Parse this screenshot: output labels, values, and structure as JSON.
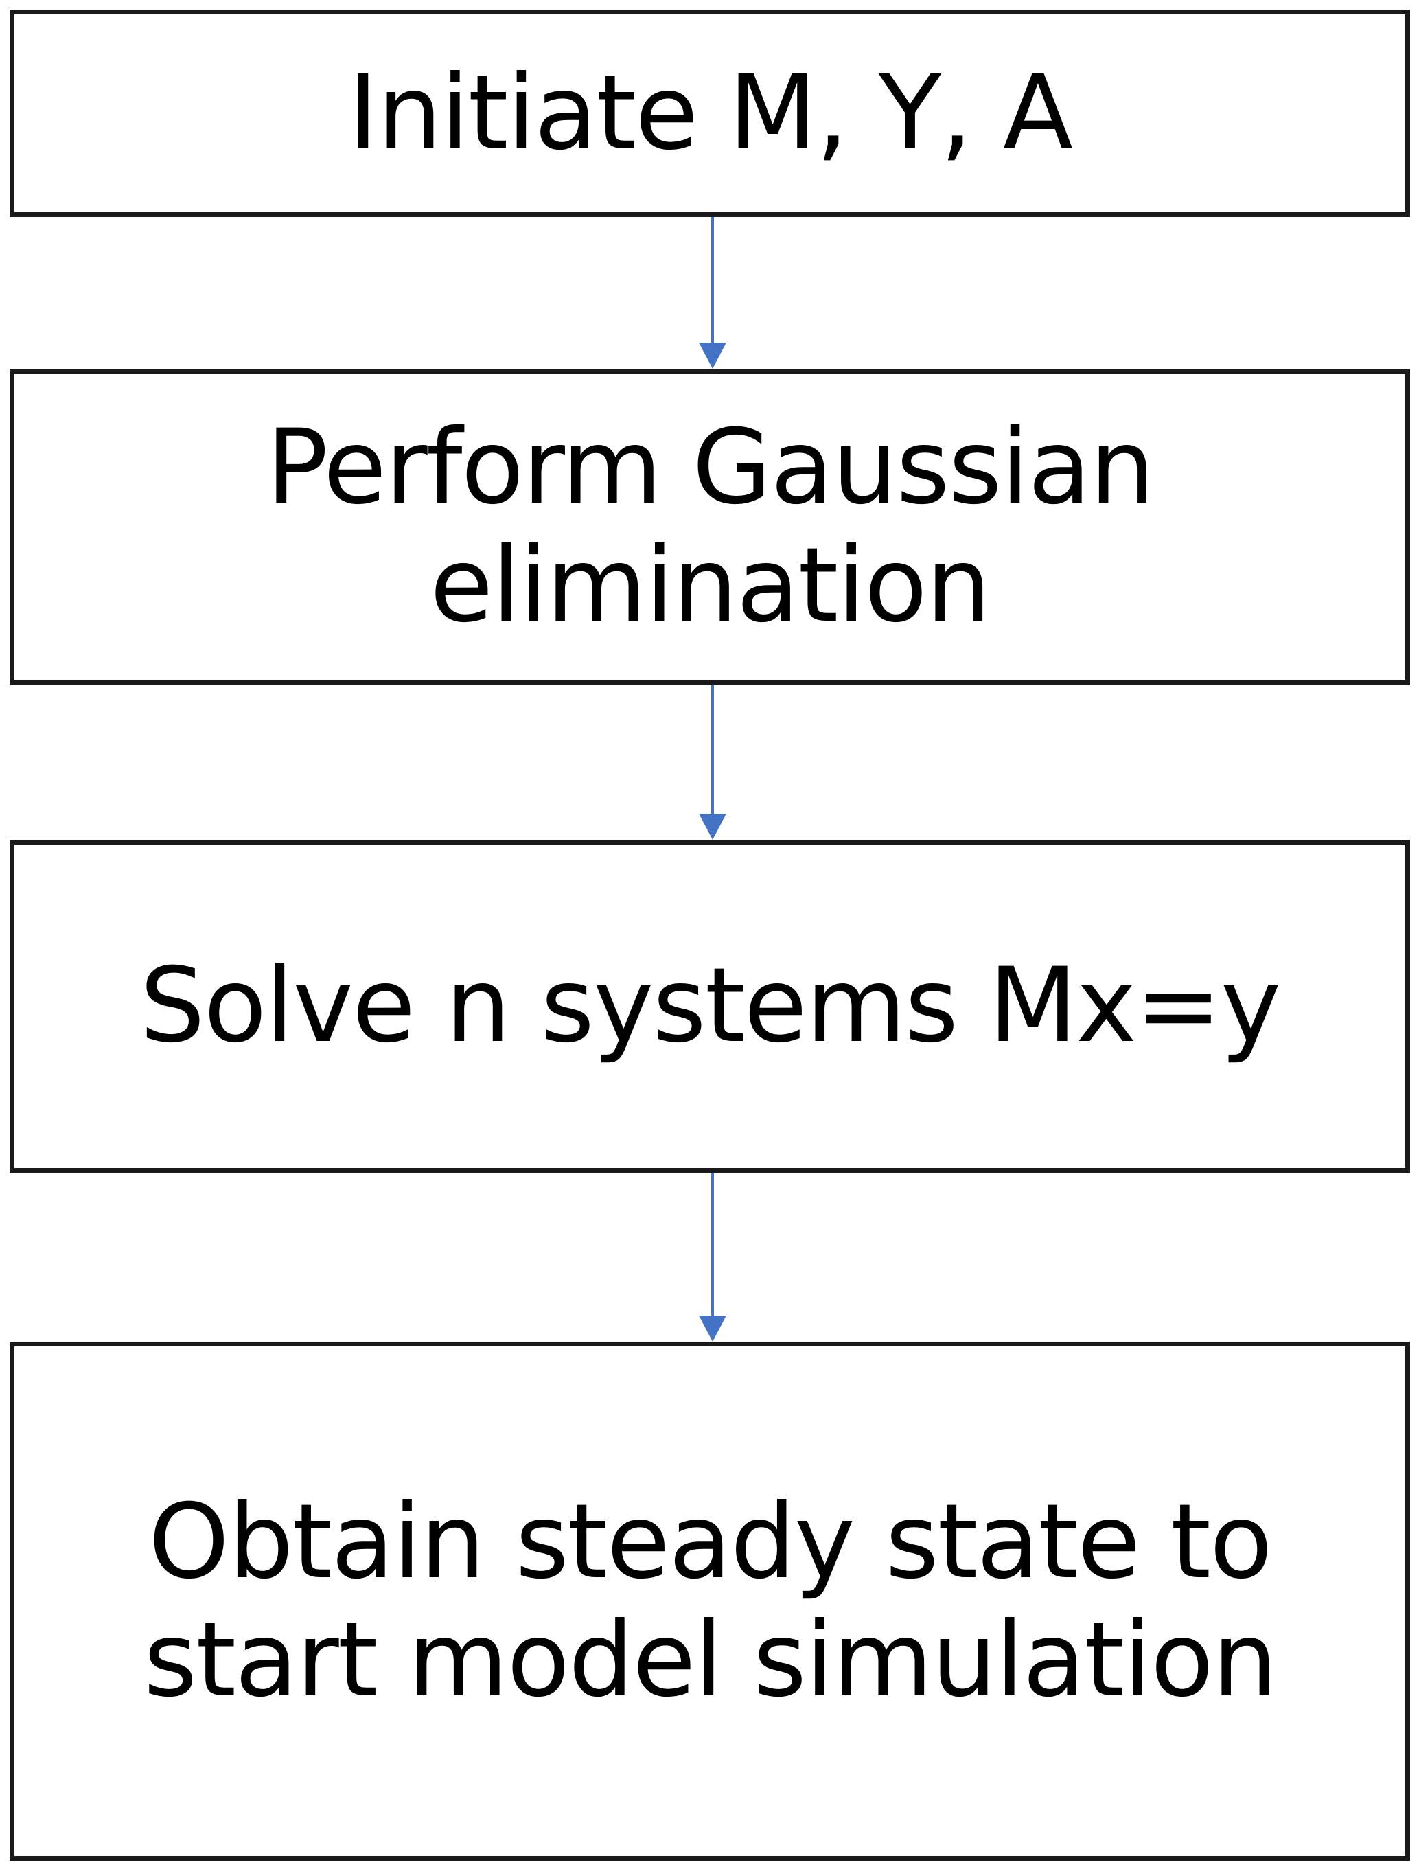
{
  "diagram": {
    "type": "flowchart",
    "steps": [
      {
        "id": "step-1",
        "text": "Initiate M, Y, A"
      },
      {
        "id": "step-2",
        "text": "Perform Gaussian\nelimination"
      },
      {
        "id": "step-3",
        "text": "Solve n systems Mx=y"
      },
      {
        "id": "step-4",
        "text": "Obtain steady state to\nstart model simulation"
      }
    ],
    "edges": [
      {
        "from": "step-1",
        "to": "step-2"
      },
      {
        "from": "step-2",
        "to": "step-3"
      },
      {
        "from": "step-3",
        "to": "step-4"
      }
    ],
    "colors": {
      "box_border": "#1a1a1a",
      "text": "#000000",
      "arrow": "#4472c4",
      "background": "#ffffff"
    }
  }
}
